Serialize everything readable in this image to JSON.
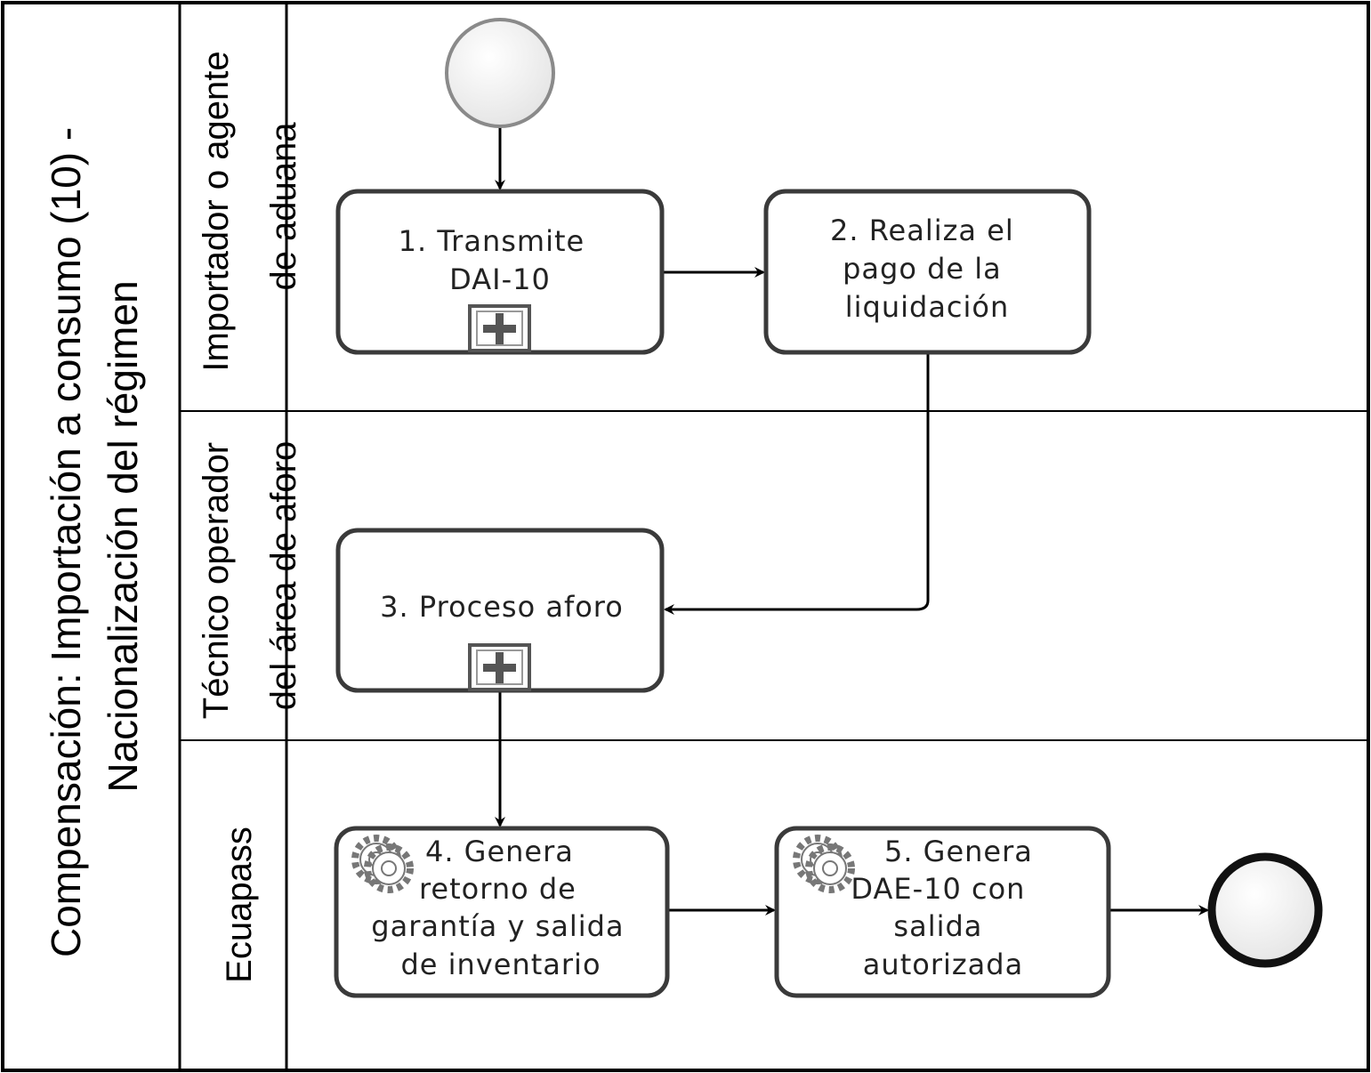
{
  "pool": {
    "title_line1": "Compensación: Importación a consumo (10) -",
    "title_line2": "Nacionalización del régimen"
  },
  "lanes": [
    {
      "line1": "Importador o agente",
      "line2": "de aduana"
    },
    {
      "line1": "Técnico operador",
      "line2": "del área de aforo"
    },
    {
      "line1": "Ecuapass",
      "line2": ""
    }
  ],
  "tasks": [
    {
      "lines": [
        "1. Transmite",
        "DAI-10"
      ],
      "marker": "subprocess-plus-icon"
    },
    {
      "lines": [
        "2. Realiza el",
        "pago de la",
        "liquidación"
      ],
      "marker": ""
    },
    {
      "lines": [
        "3. Proceso aforo"
      ],
      "marker": "subprocess-plus-icon"
    },
    {
      "lines": [
        "4. Genera",
        "retorno de",
        "garantía y salida",
        "de inventario"
      ],
      "marker": "service-gear-icon"
    },
    {
      "lines": [
        "5. Genera",
        "DAE-10 con",
        "salida",
        "autorizada"
      ],
      "marker": "service-gear-icon"
    }
  ],
  "colors": {
    "border": "#000000",
    "task_border": "#3a3a3a",
    "start_event_stroke": "#8a8a8a",
    "end_event_stroke": "#111111",
    "marker_fill": "#555555"
  }
}
